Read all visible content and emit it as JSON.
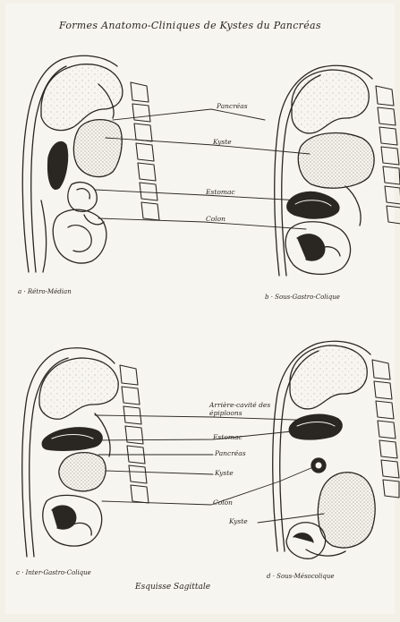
{
  "title": "Formes Anatomo-Cliniques de Kystes du Pancréas",
  "footer": "Esquisse Sagittale",
  "panels": {
    "a": {
      "caption": "a · Rétro-Médian"
    },
    "b": {
      "caption": "b · Sous-Gastro-Colique"
    },
    "c": {
      "caption": "c · Inter-Gastro-Colique"
    },
    "d": {
      "caption": "d · Sous-Mésocolique"
    }
  },
  "top_labels": {
    "pancreas": "Pancréas",
    "cyst": "Kyste",
    "stomach": "Estomac",
    "colon": "Colon"
  },
  "bottom_labels": {
    "bursa": "Arrière-cavité des épiploons",
    "stomach": "Estomac",
    "pancreas": "Pancréas",
    "cyst": "Kyste",
    "colon": "Colon",
    "cyst_left": "Kyste"
  },
  "colors": {
    "ink": "#2a2622",
    "paper": "#f7f5ef",
    "stipple": "#6b655c"
  }
}
